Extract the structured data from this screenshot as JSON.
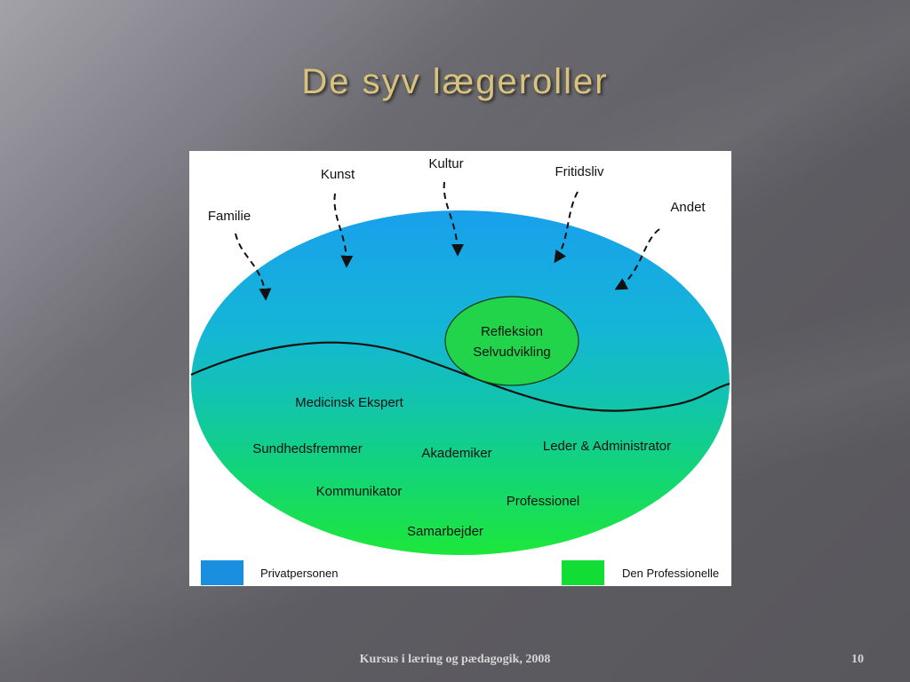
{
  "slide": {
    "title": "De syv lægeroller",
    "footer": "Kursus i læring og pædagogik, 2008",
    "page_number": "10"
  },
  "diagram": {
    "outside_influences": [
      "Familie",
      "Kunst",
      "Kultur",
      "Fritidsliv",
      "Andet"
    ],
    "center": [
      "Refleksion",
      "Selvudvikling"
    ],
    "roles": [
      "Medicinsk Ekspert",
      "Sundhedsfremmer",
      "Akademiker",
      "Leder & Administrator",
      "Kommunikator",
      "Professionel",
      "Samarbejder"
    ],
    "legend": [
      {
        "label": "Privatpersonen",
        "color": "#1a8fe0"
      },
      {
        "label": "Den Professionelle",
        "color": "#12dd35"
      }
    ]
  },
  "colors": {
    "title": "#d9c27c",
    "private_area": "#19a0ec",
    "professional_area": "#1de73a",
    "center_circle": "#22d44a"
  }
}
